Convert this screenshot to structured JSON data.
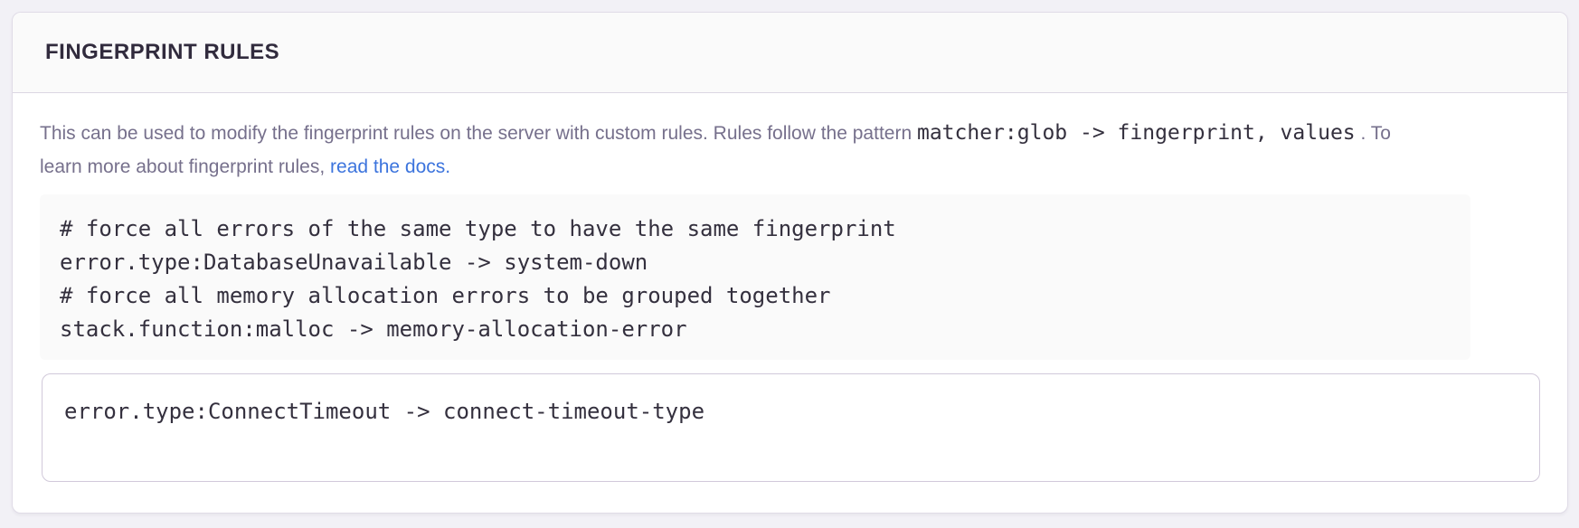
{
  "panel": {
    "title": "FINGERPRINT RULES",
    "description": {
      "intro": "This can be used to modify the fingerprint rules on the server with custom rules. Rules follow the pattern",
      "pattern_code": "matcher:glob -> fingerprint, values",
      "after_code": ". To learn more about fingerprint rules,",
      "link_text": "read the docs."
    },
    "example_code": "# force all errors of the same type to have the same fingerprint\nerror.type:DatabaseUnavailable -> system-down\n# force all memory allocation errors to be grouped together\nstack.function:malloc -> memory-allocation-error",
    "input": {
      "value": "error.type:ConnectTimeout -> connect-timeout-type"
    },
    "colors": {
      "page_background": "#f2f1f6",
      "panel_background": "#ffffff",
      "panel_border": "#e0dce7",
      "header_background": "#fafafa",
      "heading_text": "#312b3d",
      "body_text": "#76708c",
      "code_text": "#34303e",
      "code_block_background": "#fafafa",
      "input_border": "#d1c9da",
      "link": "#3c74dd"
    }
  }
}
